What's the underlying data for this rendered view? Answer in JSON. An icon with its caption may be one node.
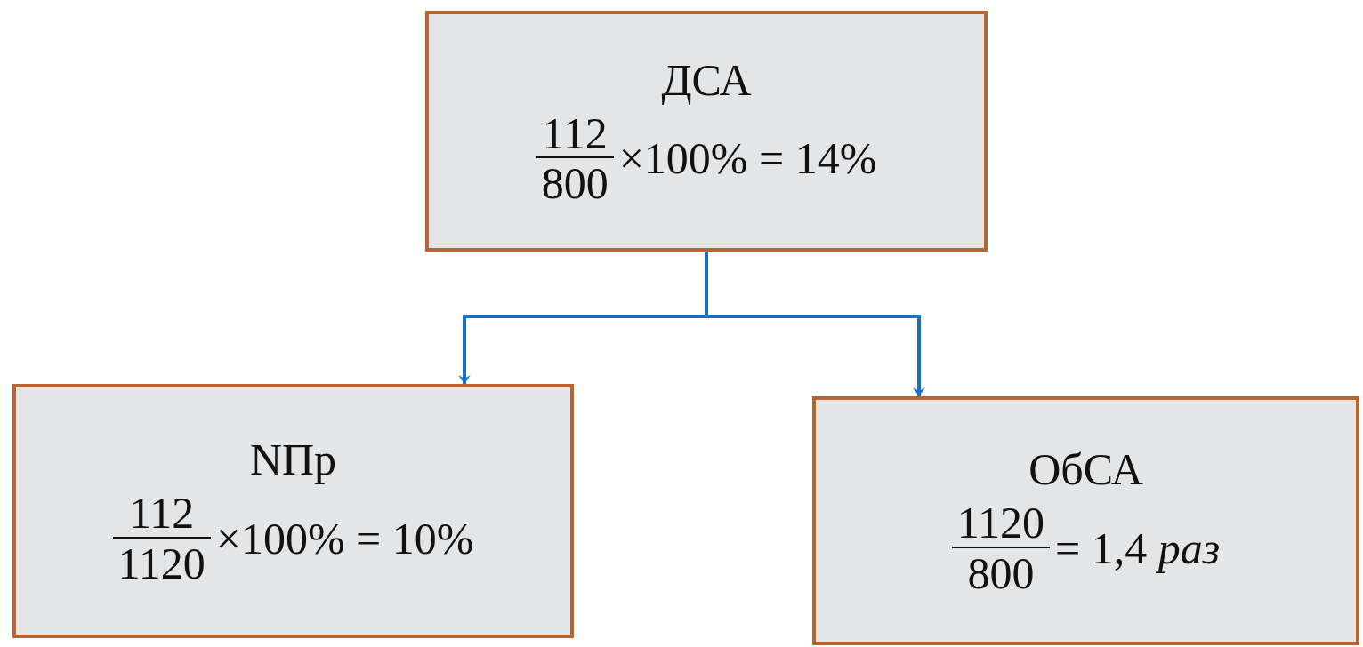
{
  "diagram": {
    "nodes": [
      {
        "text": [
          "ДСА",
          "112",
          "800",
          "×100% = 14%"
        ]
      },
      {
        "text": [
          "NПр",
          "112",
          "1120",
          "×100% = 10%"
        ]
      },
      {
        "text": [
          "ОбСА",
          "1120",
          "800",
          "= 1,4 *раз*"
        ]
      }
    ],
    "edges": [
      {
        "from": 0,
        "to": 1,
        "arrow": "to",
        "color": "#1a6fc0"
      },
      {
        "from": 0,
        "to": 2,
        "arrow": "to",
        "color": "#1a6fc0"
      }
    ]
  }
}
